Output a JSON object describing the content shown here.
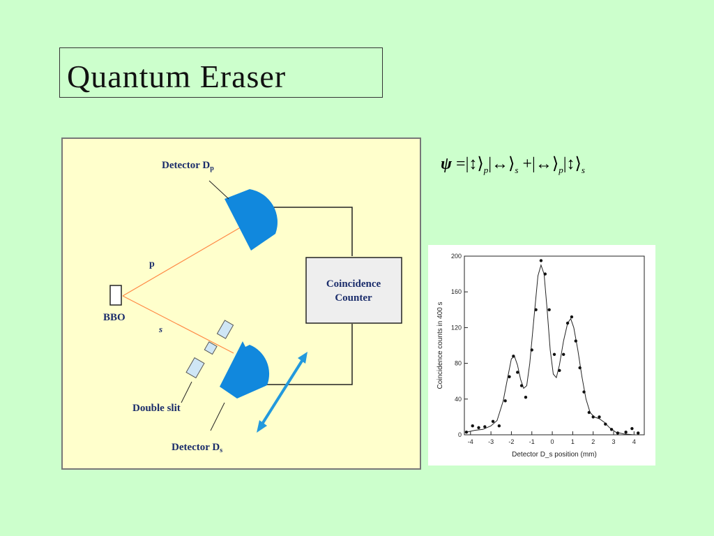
{
  "slide": {
    "title": "Quantum Eraser",
    "equation": {
      "lhs": "ψ",
      "eq": "=",
      "term1_ket1": "|↕⟩",
      "term1_sub1": "p",
      "term1_ket2": "|↔⟩",
      "term1_sub2": "s",
      "plus": "+",
      "term2_ket1": "|↔⟩",
      "term2_sub1": "p",
      "term2_ket2": "|↕⟩",
      "term2_sub2": "s"
    }
  },
  "diagram": {
    "detector_p_label": "Detector D",
    "detector_p_subscript": "p",
    "beam_p_label": "p",
    "beam_s_label": "s",
    "bbo_label": "BBO",
    "counter_line1": "Coincidence",
    "counter_line2": "Counter",
    "double_slit_label": "Double slit",
    "detector_s_label": "Detector D",
    "detector_s_subscript": "s",
    "colors": {
      "detector": "#1188dd",
      "beam": "#ff8844",
      "wire": "#222222",
      "counter_fill": "#eeeeee",
      "arrow": "#2299dd"
    }
  },
  "chart_data": {
    "type": "scatter",
    "title": "",
    "xlabel": "Detector D_s position (mm)",
    "ylabel": "Coincidence counts in 400 s",
    "xlim": [
      -4.3,
      4.5
    ],
    "ylim": [
      0,
      200
    ],
    "xticks": [
      -4,
      -3,
      -2,
      -1,
      0,
      1,
      2,
      3,
      4
    ],
    "yticks": [
      0,
      40,
      80,
      120,
      160,
      200
    ],
    "points": [
      {
        "x": -4.2,
        "y": 3
      },
      {
        "x": -3.9,
        "y": 10
      },
      {
        "x": -3.6,
        "y": 8
      },
      {
        "x": -3.3,
        "y": 9
      },
      {
        "x": -2.9,
        "y": 15
      },
      {
        "x": -2.6,
        "y": 10
      },
      {
        "x": -2.3,
        "y": 38
      },
      {
        "x": -2.1,
        "y": 65
      },
      {
        "x": -1.9,
        "y": 88
      },
      {
        "x": -1.7,
        "y": 70
      },
      {
        "x": -1.5,
        "y": 55
      },
      {
        "x": -1.3,
        "y": 42
      },
      {
        "x": -1.0,
        "y": 95
      },
      {
        "x": -0.8,
        "y": 140
      },
      {
        "x": -0.55,
        "y": 195
      },
      {
        "x": -0.35,
        "y": 180
      },
      {
        "x": -0.15,
        "y": 140
      },
      {
        "x": 0.1,
        "y": 90
      },
      {
        "x": 0.35,
        "y": 72
      },
      {
        "x": 0.55,
        "y": 90
      },
      {
        "x": 0.75,
        "y": 125
      },
      {
        "x": 0.95,
        "y": 132
      },
      {
        "x": 1.15,
        "y": 105
      },
      {
        "x": 1.35,
        "y": 75
      },
      {
        "x": 1.55,
        "y": 48
      },
      {
        "x": 1.8,
        "y": 25
      },
      {
        "x": 2.0,
        "y": 20
      },
      {
        "x": 2.3,
        "y": 20
      },
      {
        "x": 2.6,
        "y": 12
      },
      {
        "x": 2.9,
        "y": 6
      },
      {
        "x": 3.2,
        "y": 2
      },
      {
        "x": 3.6,
        "y": 3
      },
      {
        "x": 3.9,
        "y": 7
      },
      {
        "x": 4.2,
        "y": 2
      }
    ],
    "fit_curve": [
      [
        -4.2,
        3
      ],
      [
        -3.8,
        5
      ],
      [
        -3.4,
        6
      ],
      [
        -3.0,
        10
      ],
      [
        -2.7,
        16
      ],
      [
        -2.4,
        38
      ],
      [
        -2.2,
        62
      ],
      [
        -2.0,
        85
      ],
      [
        -1.85,
        88
      ],
      [
        -1.7,
        78
      ],
      [
        -1.55,
        62
      ],
      [
        -1.4,
        52
      ],
      [
        -1.25,
        55
      ],
      [
        -1.1,
        80
      ],
      [
        -0.9,
        130
      ],
      [
        -0.7,
        178
      ],
      [
        -0.55,
        190
      ],
      [
        -0.4,
        180
      ],
      [
        -0.25,
        140
      ],
      [
        -0.1,
        95
      ],
      [
        0.05,
        68
      ],
      [
        0.2,
        64
      ],
      [
        0.35,
        78
      ],
      [
        0.55,
        105
      ],
      [
        0.75,
        125
      ],
      [
        0.9,
        130
      ],
      [
        1.05,
        120
      ],
      [
        1.25,
        95
      ],
      [
        1.45,
        65
      ],
      [
        1.65,
        40
      ],
      [
        1.85,
        25
      ],
      [
        2.05,
        20
      ],
      [
        2.3,
        18
      ],
      [
        2.55,
        14
      ],
      [
        2.8,
        8
      ],
      [
        3.1,
        3
      ],
      [
        3.5,
        1
      ],
      [
        4.0,
        0
      ],
      [
        4.3,
        0
      ]
    ]
  }
}
